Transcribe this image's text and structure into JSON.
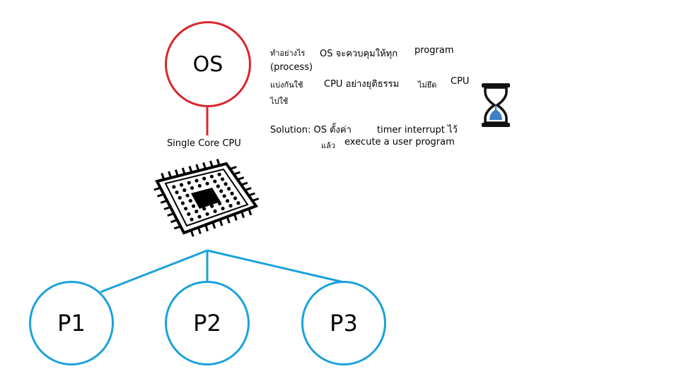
{
  "os_node": {
    "label": "OS"
  },
  "cpu": {
    "caption": "Single Core CPU"
  },
  "processes": [
    {
      "label": "P1"
    },
    {
      "label": "P2"
    },
    {
      "label": "P3"
    }
  ],
  "question": {
    "line1": [
      "ทำอย่างไร",
      "OS จะควบคุมให้ทุก",
      "program"
    ],
    "line2": [
      "(process)"
    ],
    "line3": [
      "แบ่งกันใช้",
      "CPU อย่างยุติธรรม",
      "ไม่ยึด",
      "CPU"
    ],
    "line4": [
      "ไปใช้"
    ]
  },
  "solution": {
    "line1": [
      "Solution: OS ตั้งค่า",
      "timer interrupt ไว้"
    ],
    "line2": [
      "แล้ว",
      "execute a user program"
    ]
  },
  "colors": {
    "os_border": "#d9262c",
    "process_border": "#1ba1db",
    "hourglass_sand": "#3f7fc8"
  },
  "icons": {
    "chip": "cpu-chip-icon",
    "timer": "hourglass-icon"
  }
}
